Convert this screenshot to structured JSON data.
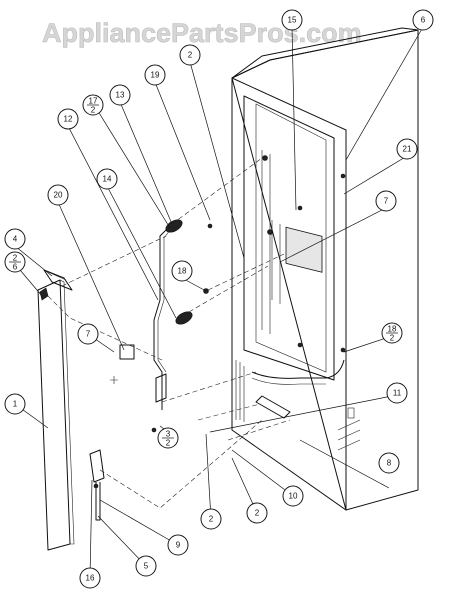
{
  "watermark": "AppliancePartsPros.com",
  "callouts": [
    {
      "id": "c-6",
      "label": "6"
    },
    {
      "id": "c-15",
      "label": "15"
    },
    {
      "id": "c-2-top",
      "label": "2"
    },
    {
      "id": "c-19",
      "label": "19"
    },
    {
      "id": "c-13",
      "label": "13"
    },
    {
      "id": "c-17-2",
      "top": "17",
      "bottom": "2"
    },
    {
      "id": "c-12",
      "label": "12"
    },
    {
      "id": "c-14-left",
      "label": "14"
    },
    {
      "id": "c-20",
      "label": "20"
    },
    {
      "id": "c-21",
      "label": "21"
    },
    {
      "id": "c-7-right",
      "label": "7"
    },
    {
      "id": "c-4",
      "label": "4"
    },
    {
      "id": "c-2-6",
      "top": "2",
      "bottom": "6"
    },
    {
      "id": "c-18",
      "label": "18"
    },
    {
      "id": "c-7-left",
      "label": "7"
    },
    {
      "id": "c-18-2",
      "top": "18",
      "bottom": "2"
    },
    {
      "id": "c-1",
      "label": "1"
    },
    {
      "id": "c-11",
      "label": "11"
    },
    {
      "id": "c-3-2",
      "top": "3",
      "bottom": "2"
    },
    {
      "id": "c-8",
      "label": "8"
    },
    {
      "id": "c-10",
      "label": "10"
    },
    {
      "id": "c-2-a",
      "label": "2"
    },
    {
      "id": "c-2-b",
      "label": "2"
    },
    {
      "id": "c-9",
      "label": "9"
    },
    {
      "id": "c-5",
      "label": "5"
    },
    {
      "id": "c-16",
      "label": "16"
    }
  ]
}
